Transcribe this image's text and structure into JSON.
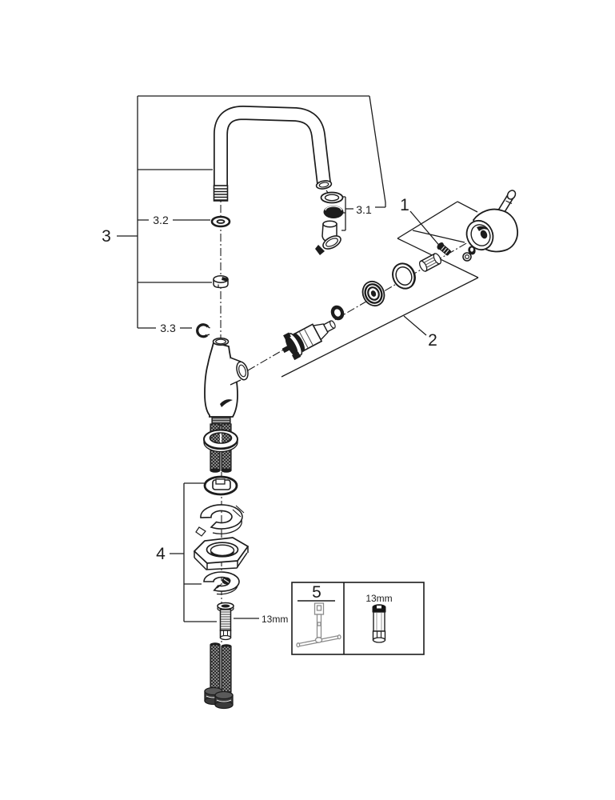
{
  "diagram": {
    "colors": {
      "line": "#1c1c1c",
      "background": "#ffffff",
      "dark_fill": "#1c1c1c",
      "tool_gray": "#8c8c8c"
    },
    "labels": {
      "handle_group": "1",
      "cartridge_group": "2",
      "spout_group": "3",
      "aerator_group": "3.1",
      "spout_oring": "3.2",
      "spout_clip": "3.3",
      "mounting_group": "4",
      "tool_group": "5",
      "stud_wrench_size": "13mm",
      "socket_wrench_size": "13mm"
    }
  }
}
